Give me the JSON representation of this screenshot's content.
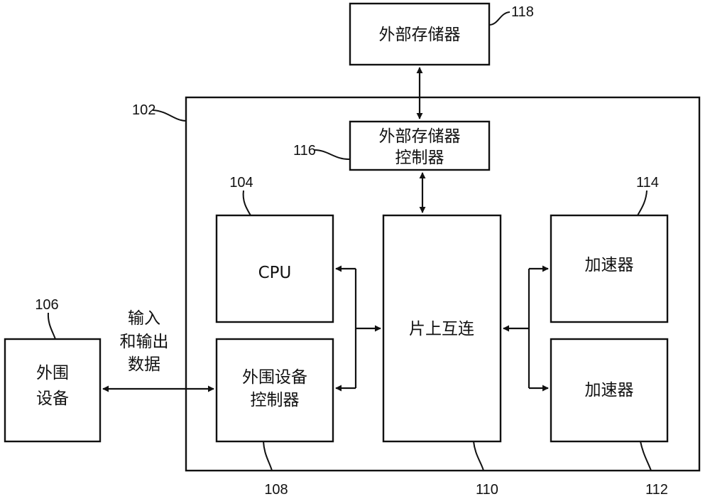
{
  "blocks": {
    "external_memory": "外部存储器",
    "memory_controller_line1": "外部存储器",
    "memory_controller_line2": "控制器",
    "cpu": "CPU",
    "interconnect": "片上互连",
    "accelerator_top": "加速器",
    "accelerator_bottom": "加速器",
    "peripheral_controller_line1": "外围设备",
    "peripheral_controller_line2": "控制器",
    "peripheral_line1": "外围",
    "peripheral_line2": "设备"
  },
  "io_label": [
    "输入",
    "和输出",
    "数据"
  ],
  "refs": {
    "soc": "102",
    "cpu": "104",
    "peripheral": "106",
    "peripheral_controller": "108",
    "interconnect": "110",
    "accelerator_bottom": "112",
    "accelerator_top": "114",
    "memory_controller": "116",
    "external_memory": "118"
  }
}
